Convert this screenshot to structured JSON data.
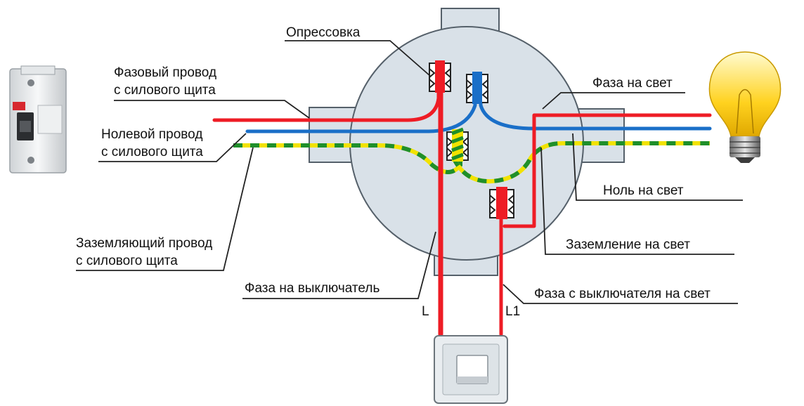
{
  "labels": {
    "crimp": "Опрессовка",
    "phase_in_1": "Фазовый провод",
    "phase_in_2": "с силового щита",
    "neutral_in_1": "Нолевой провод",
    "neutral_in_2": "с силового щита",
    "ground_in_1": "Заземляющий провод",
    "ground_in_2": "с силового щита",
    "phase_to_switch": "Фаза на выключатель",
    "phase_to_light": "Фаза на свет",
    "neutral_to_light": "Ноль на свет",
    "ground_to_light": "Заземление на свет",
    "phase_from_switch": "Фаза с выключателя на свет",
    "wire_L": "L",
    "wire_L1": "L1"
  },
  "colors": {
    "phase": "#ee1c25",
    "neutral": "#1a6fc8",
    "ground_stripe_a": "#1f8f2a",
    "ground_stripe_b": "#f2e200",
    "box_fill": "#d9e1e8",
    "box_stroke": "#55606a"
  }
}
